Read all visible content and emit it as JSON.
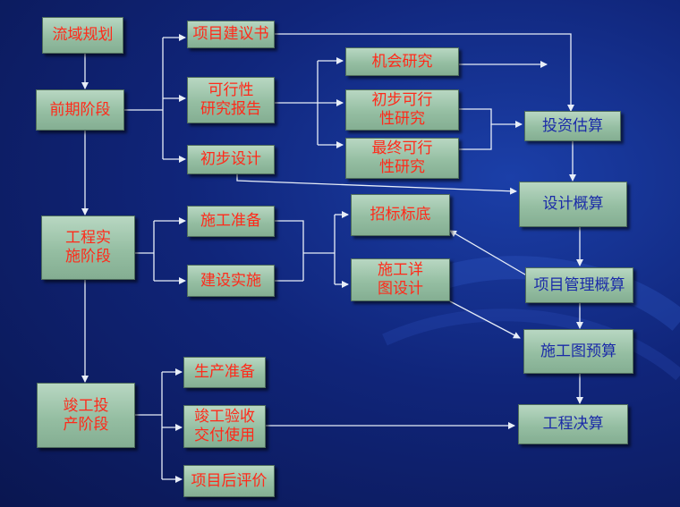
{
  "diagram": {
    "nodes": {
      "watershed_planning": "流域规划",
      "preliminary_stage": "前期阶段",
      "proposal": "项目建议书",
      "feasibility_report": "可行性\n研究报告",
      "preliminary_design": "初步设计",
      "opportunity_study": "机会研究",
      "prefeasibility_study": "初步可行\n性研究",
      "final_feasibility_study": "最终可行\n性研究",
      "investment_estimate": "投资估算",
      "design_budget_estimate": "设计概算",
      "implementation_stage": "工程实\n施阶段",
      "construction_prep": "施工准备",
      "construction_execution": "建设实施",
      "bid_floor": "招标标底",
      "detailed_design": "施工详\n图设计",
      "project_mgmt_estimate": "项目管理概算",
      "construction_drawing_budget": "施工图预算",
      "completion_stage": "竣工投\n产阶段",
      "production_prep": "生产准备",
      "acceptance_delivery": "竣工验收\n交付使用",
      "post_evaluation": "项目后评价",
      "final_account": "工程决算"
    },
    "colors": {
      "red_text": "#ff2a1a",
      "blue_text": "#1a2aa8",
      "box_fill": "#9dc5a8",
      "connector": "#e8eef8",
      "background": "#10257a"
    }
  }
}
